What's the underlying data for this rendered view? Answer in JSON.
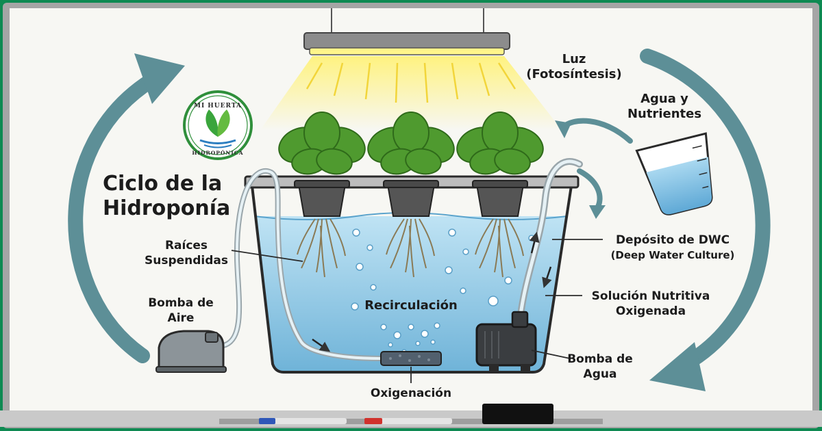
{
  "title": [
    "Ciclo de la",
    "Hidroponía"
  ],
  "logo": {
    "top_text": "MI HUERTA",
    "bottom_text": "HIDROPÓNICA"
  },
  "labels": {
    "light": [
      "Luz",
      "(Fotosíntesis)"
    ],
    "water_nutrients": [
      "Agua y",
      "Nutrientes"
    ],
    "roots": [
      "Raíces",
      "Suspendidas"
    ],
    "reservoir": [
      "Depósito de DWC",
      "(Deep Water Culture)"
    ],
    "solution": [
      "Solución Nutritiva",
      "Oxigenada"
    ],
    "air_pump": [
      "Bomba de",
      "Aire"
    ],
    "water_pump": [
      "Bomba de",
      "Agua"
    ],
    "recirculation": "Recirculación",
    "oxygenation": "Oxigenación"
  },
  "colors": {
    "board": "#f6f6f2",
    "frame": "#9a9a9a",
    "cycle_arrow": "#5d8f97",
    "water": "#9fcfe8",
    "water_deep": "#6fb3d8",
    "leaf": "#4f9a2f",
    "light": "#fff27a",
    "brand_green": "#0e8a52"
  }
}
